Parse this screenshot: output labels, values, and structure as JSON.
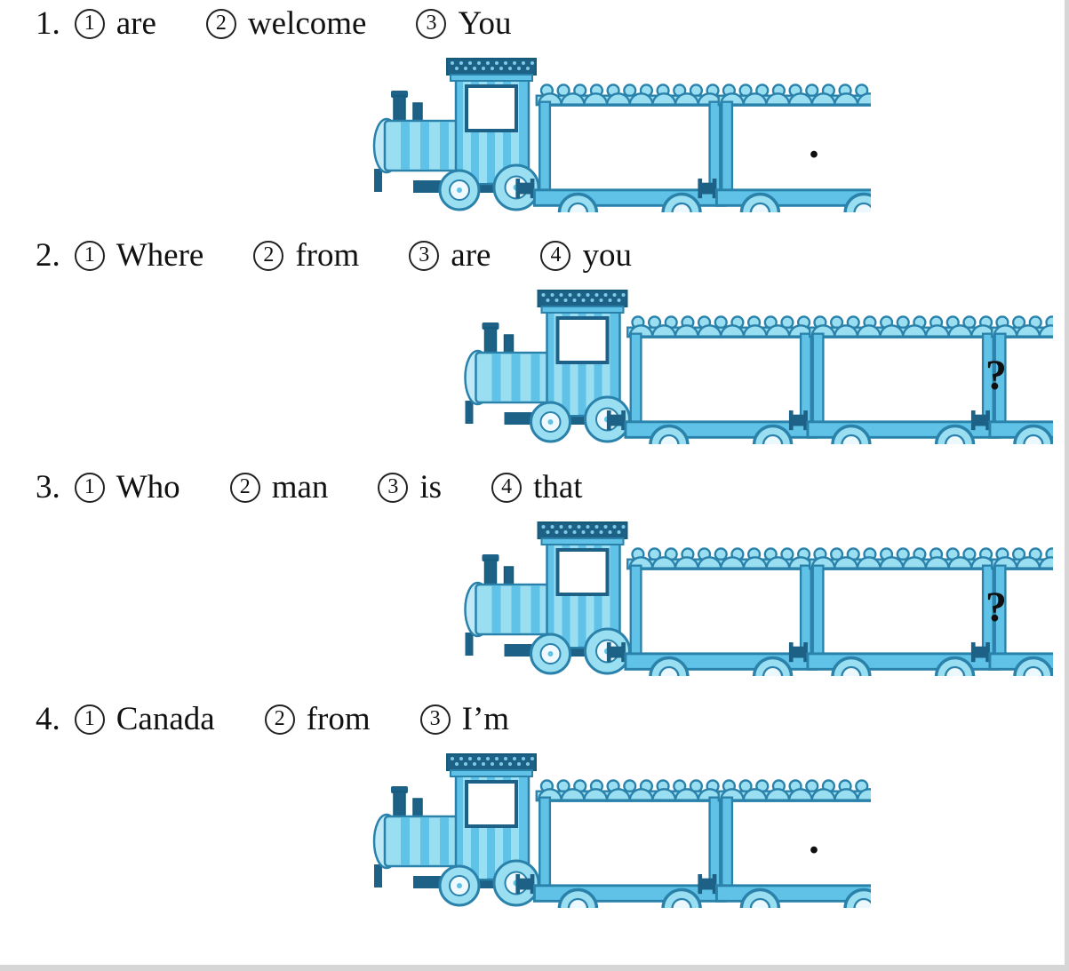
{
  "colors": {
    "train_light_blue": "#9adef2",
    "train_mid_blue": "#5fc2e6",
    "train_outline_blue": "#2a82ab",
    "train_deep_blue": "#1d6286",
    "text_color": "#111111",
    "page_background": "#ffffff"
  },
  "exercises": [
    {
      "number": "1.",
      "words": [
        {
          "marker": "1",
          "word": "are"
        },
        {
          "marker": "2",
          "word": "welcome"
        },
        {
          "marker": "3",
          "word": "You"
        }
      ],
      "car_count": 3,
      "end_punctuation": "."
    },
    {
      "number": "2.",
      "words": [
        {
          "marker": "1",
          "word": "Where"
        },
        {
          "marker": "2",
          "word": "from"
        },
        {
          "marker": "3",
          "word": "are"
        },
        {
          "marker": "4",
          "word": "you"
        }
      ],
      "car_count": 4,
      "end_punctuation": "?"
    },
    {
      "number": "3.",
      "words": [
        {
          "marker": "1",
          "word": "Who"
        },
        {
          "marker": "2",
          "word": "man"
        },
        {
          "marker": "3",
          "word": "is"
        },
        {
          "marker": "4",
          "word": "that"
        }
      ],
      "car_count": 4,
      "end_punctuation": "?"
    },
    {
      "number": "4.",
      "words": [
        {
          "marker": "1",
          "word": "Canada"
        },
        {
          "marker": "2",
          "word": "from"
        },
        {
          "marker": "3",
          "word": "I’m"
        }
      ],
      "car_count": 3,
      "end_punctuation": "."
    }
  ]
}
